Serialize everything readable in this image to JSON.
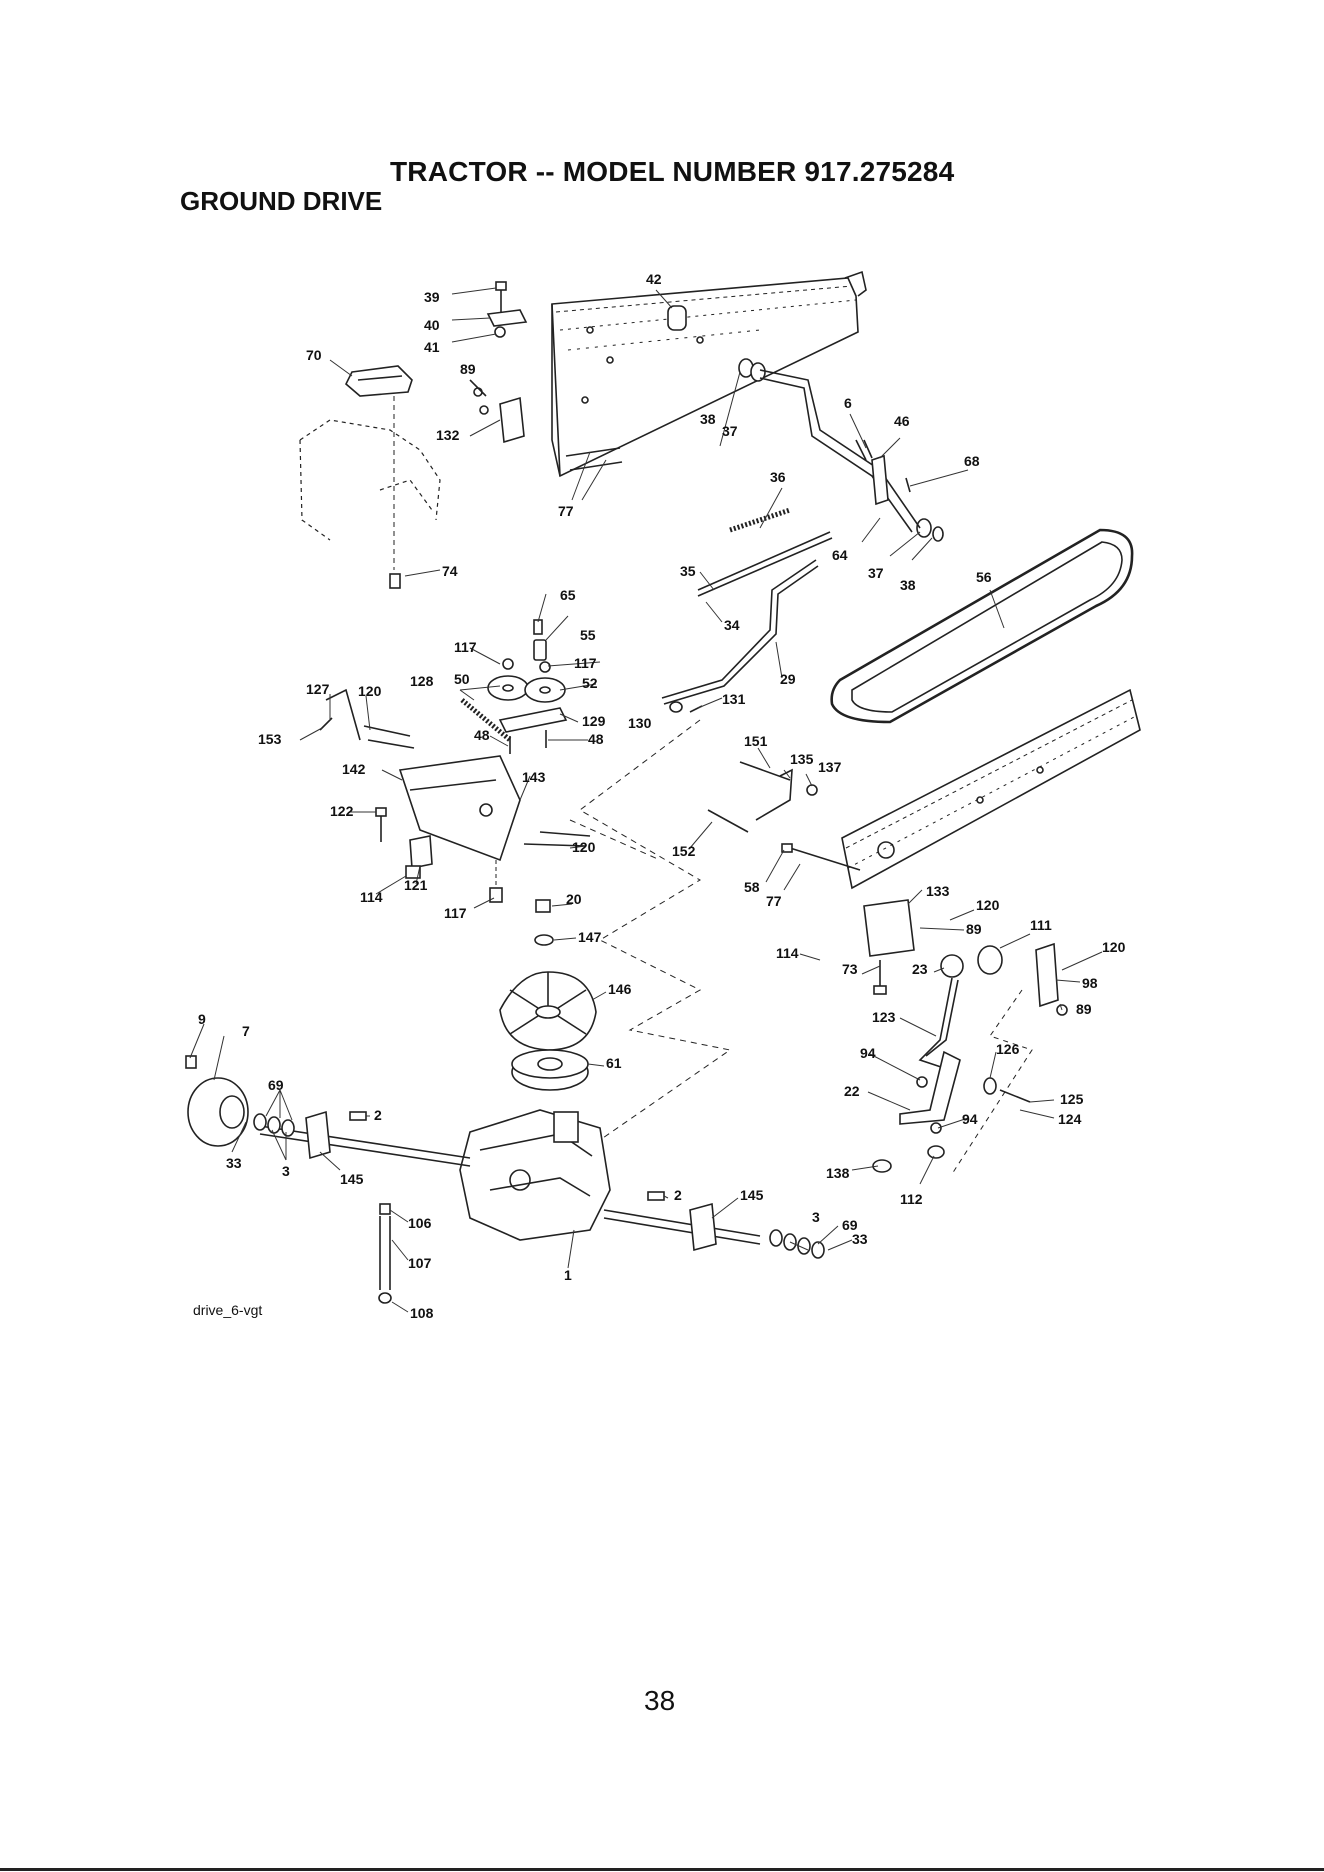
{
  "page": {
    "title": "TRACTOR -- MODEL NUMBER 917.275284",
    "subtitle": "GROUND DRIVE",
    "source_id": "drive_6-vgt",
    "page_number": "38"
  },
  "callouts": [
    {
      "id": "c39",
      "text": "39"
    },
    {
      "id": "c40",
      "text": "40"
    },
    {
      "id": "c41",
      "text": "41"
    },
    {
      "id": "c42",
      "text": "42"
    },
    {
      "id": "c70",
      "text": "70"
    },
    {
      "id": "c89a",
      "text": "89"
    },
    {
      "id": "c132",
      "text": "132"
    },
    {
      "id": "c77a",
      "text": "77"
    },
    {
      "id": "c38a",
      "text": "38"
    },
    {
      "id": "c37a",
      "text": "37"
    },
    {
      "id": "c6",
      "text": "6"
    },
    {
      "id": "c46",
      "text": "46"
    },
    {
      "id": "c68",
      "text": "68"
    },
    {
      "id": "c36",
      "text": "36"
    },
    {
      "id": "c64",
      "text": "64"
    },
    {
      "id": "c37b",
      "text": "37"
    },
    {
      "id": "c38b",
      "text": "38"
    },
    {
      "id": "c56",
      "text": "56"
    },
    {
      "id": "c74",
      "text": "74"
    },
    {
      "id": "c35",
      "text": "35"
    },
    {
      "id": "c34",
      "text": "34"
    },
    {
      "id": "c65",
      "text": "65"
    },
    {
      "id": "c55",
      "text": "55"
    },
    {
      "id": "c117a",
      "text": "117"
    },
    {
      "id": "c117b",
      "text": "117"
    },
    {
      "id": "c50",
      "text": "50"
    },
    {
      "id": "c52",
      "text": "52"
    },
    {
      "id": "c128",
      "text": "128"
    },
    {
      "id": "c127",
      "text": "127"
    },
    {
      "id": "c120a",
      "text": "120"
    },
    {
      "id": "c29",
      "text": "29"
    },
    {
      "id": "c131",
      "text": "131"
    },
    {
      "id": "c130",
      "text": "130"
    },
    {
      "id": "c129",
      "text": "129"
    },
    {
      "id": "c48a",
      "text": "48"
    },
    {
      "id": "c48b",
      "text": "48"
    },
    {
      "id": "c153",
      "text": "153"
    },
    {
      "id": "c142",
      "text": "142"
    },
    {
      "id": "c143",
      "text": "143"
    },
    {
      "id": "c151",
      "text": "151"
    },
    {
      "id": "c135",
      "text": "135"
    },
    {
      "id": "c137",
      "text": "137"
    },
    {
      "id": "c122",
      "text": "122"
    },
    {
      "id": "c120b",
      "text": "120"
    },
    {
      "id": "c152",
      "text": "152"
    },
    {
      "id": "c121",
      "text": "121"
    },
    {
      "id": "c114a",
      "text": "114"
    },
    {
      "id": "c117c",
      "text": "117"
    },
    {
      "id": "c58",
      "text": "58"
    },
    {
      "id": "c77b",
      "text": "77"
    },
    {
      "id": "c133",
      "text": "133"
    },
    {
      "id": "c20",
      "text": "20"
    },
    {
      "id": "c147",
      "text": "147"
    },
    {
      "id": "c120c",
      "text": "120"
    },
    {
      "id": "c89b",
      "text": "89"
    },
    {
      "id": "c111",
      "text": "111"
    },
    {
      "id": "c120d",
      "text": "120"
    },
    {
      "id": "c114b",
      "text": "114"
    },
    {
      "id": "c73",
      "text": "73"
    },
    {
      "id": "c23",
      "text": "23"
    },
    {
      "id": "c98",
      "text": "98"
    },
    {
      "id": "c146",
      "text": "146"
    },
    {
      "id": "c89c",
      "text": "89"
    },
    {
      "id": "c123",
      "text": "123"
    },
    {
      "id": "c9",
      "text": "9"
    },
    {
      "id": "c7",
      "text": "7"
    },
    {
      "id": "c61",
      "text": "61"
    },
    {
      "id": "c94a",
      "text": "94"
    },
    {
      "id": "c126",
      "text": "126"
    },
    {
      "id": "c69a",
      "text": "69"
    },
    {
      "id": "c2a",
      "text": "2"
    },
    {
      "id": "c22",
      "text": "22"
    },
    {
      "id": "c125",
      "text": "125"
    },
    {
      "id": "c94b",
      "text": "94"
    },
    {
      "id": "c124",
      "text": "124"
    },
    {
      "id": "c33a",
      "text": "33"
    },
    {
      "id": "c3a",
      "text": "3"
    },
    {
      "id": "c145a",
      "text": "145"
    },
    {
      "id": "c138",
      "text": "138"
    },
    {
      "id": "c112",
      "text": "112"
    },
    {
      "id": "c2b",
      "text": "2"
    },
    {
      "id": "c145b",
      "text": "145"
    },
    {
      "id": "c106",
      "text": "106"
    },
    {
      "id": "c3b",
      "text": "3"
    },
    {
      "id": "c69b",
      "text": "69"
    },
    {
      "id": "c33b",
      "text": "33"
    },
    {
      "id": "c107",
      "text": "107"
    },
    {
      "id": "c1",
      "text": "1"
    },
    {
      "id": "c108",
      "text": "108"
    }
  ]
}
